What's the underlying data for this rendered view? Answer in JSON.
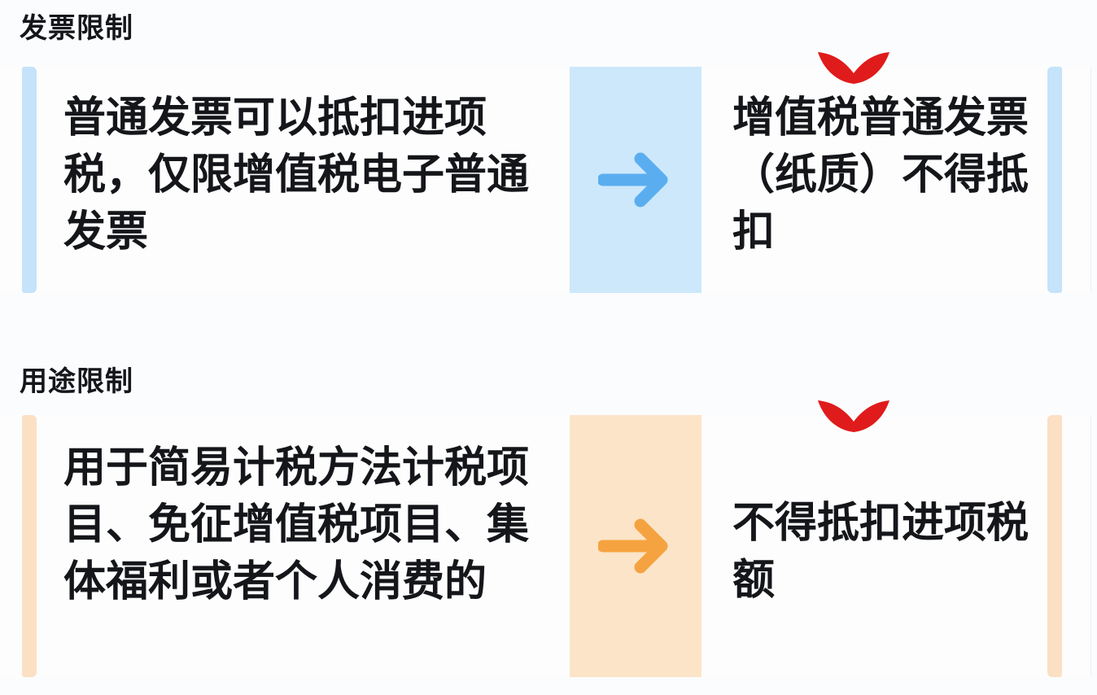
{
  "page": {
    "background_color": "#fbfcfe",
    "card_background_color": "#fdfdfd"
  },
  "sections": [
    {
      "id": "invoice-restriction",
      "heading": "发票限制",
      "accent_color": "#c5e3fa",
      "block_color": "#cde8fb",
      "arrow_color": "#5aaef0",
      "mark_color": "#e01b1b",
      "left_text": "普通发票可以抵扣进项税，仅限增值税电子普通发票",
      "arrow_icon": "arrow-right-icon",
      "mark_icon": "red-wing-mark-icon",
      "right_text": "增值税普通发票（纸质）不得抵扣"
    },
    {
      "id": "usage-restriction",
      "heading": "用途限制",
      "accent_color": "#fbe0c4",
      "block_color": "#fce4c8",
      "arrow_color": "#f5a340",
      "mark_color": "#e01b1b",
      "left_text": "用于简易计税方法计税项目、免征增值税项目、集体福利或者个人消费的",
      "arrow_icon": "arrow-right-icon",
      "mark_icon": "red-wing-mark-icon",
      "right_text": "不得抵扣进项税额"
    }
  ]
}
